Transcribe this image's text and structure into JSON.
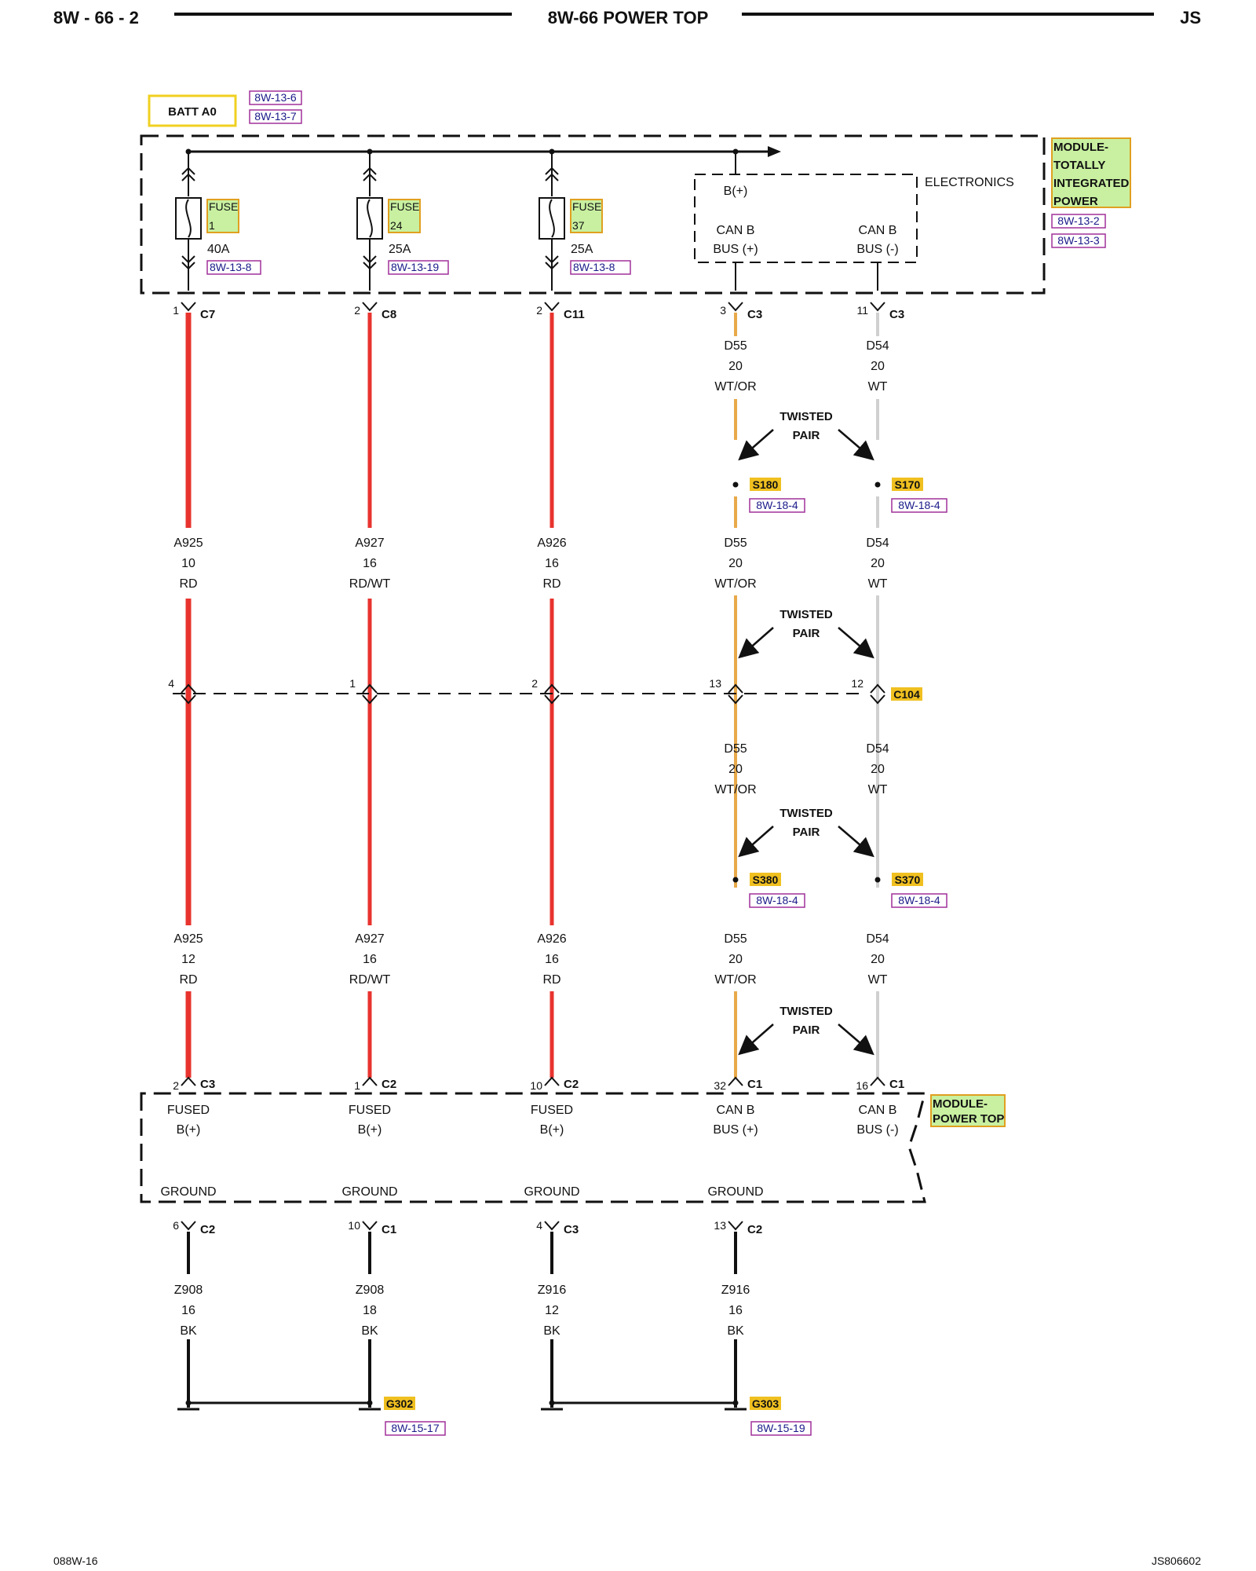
{
  "header": {
    "left": "8W - 66 - 2",
    "center": "8W-66 POWER TOP",
    "right": "JS"
  },
  "footer": {
    "left": "088W-16",
    "right": "JS806602"
  },
  "colors": {
    "red_wire": "#e8332e",
    "orange_wire": "#e8a94a",
    "white_wire": "#d0d0d0",
    "highlight": "#c8f0a0",
    "highlight_border": "#e0a020",
    "ref_border": "#a0309a"
  },
  "batt": {
    "label": "BATT A0",
    "refs": [
      "8W-13-6",
      "8W-13-7"
    ]
  },
  "tipm": {
    "label_lines": [
      "MODULE-",
      "TOTALLY",
      "INTEGRATED",
      "POWER"
    ],
    "refs": [
      "8W-13-2",
      "8W-13-3"
    ],
    "electronics": "ELECTRONICS",
    "bplus": "B(+)"
  },
  "fuses": [
    {
      "word": "FUSE",
      "num": "1",
      "amp": "40A",
      "ref": "8W-13-8"
    },
    {
      "word": "FUSE",
      "num": "24",
      "amp": "25A",
      "ref": "8W-13-19"
    },
    {
      "word": "FUSE",
      "num": "37",
      "amp": "25A",
      "ref": "8W-13-8"
    }
  ],
  "can_labels": {
    "plus": [
      "CAN B",
      "BUS (+)"
    ],
    "minus": [
      "CAN B",
      "BUS (-)"
    ]
  },
  "top_connectors": [
    {
      "pin": "1",
      "conn": "C7"
    },
    {
      "pin": "2",
      "conn": "C8"
    },
    {
      "pin": "2",
      "conn": "C11"
    },
    {
      "pin": "3",
      "conn": "C3"
    },
    {
      "pin": "11",
      "conn": "C3"
    }
  ],
  "wires_top": [
    [
      "D55",
      "20",
      "WT/OR"
    ],
    [
      "D54",
      "20",
      "WT"
    ]
  ],
  "twisted_pair": [
    "TWISTED",
    "PAIR"
  ],
  "splices_1": [
    {
      "name": "S180",
      "ref": "8W-18-4"
    },
    {
      "name": "S170",
      "ref": "8W-18-4"
    }
  ],
  "wires_mid1": [
    [
      "A925",
      "10",
      "RD"
    ],
    [
      "A927",
      "16",
      "RD/WT"
    ],
    [
      "A926",
      "16",
      "RD"
    ],
    [
      "D55",
      "20",
      "WT/OR"
    ],
    [
      "D54",
      "20",
      "WT"
    ]
  ],
  "c104": {
    "pins": [
      "4",
      "1",
      "2",
      "13",
      "12"
    ],
    "name": "C104"
  },
  "wires_mid2": [
    [
      "D55",
      "20",
      "WT/OR"
    ],
    [
      "D54",
      "20",
      "WT"
    ]
  ],
  "splices_2": [
    {
      "name": "S380",
      "ref": "8W-18-4"
    },
    {
      "name": "S370",
      "ref": "8W-18-4"
    }
  ],
  "wires_low": [
    [
      "A925",
      "12",
      "RD"
    ],
    [
      "A927",
      "16",
      "RD/WT"
    ],
    [
      "A926",
      "16",
      "RD"
    ],
    [
      "D55",
      "20",
      "WT/OR"
    ],
    [
      "D54",
      "20",
      "WT"
    ]
  ],
  "module_connectors": [
    {
      "pin": "2",
      "conn": "C3"
    },
    {
      "pin": "1",
      "conn": "C2"
    },
    {
      "pin": "10",
      "conn": "C2"
    },
    {
      "pin": "32",
      "conn": "C1"
    },
    {
      "pin": "16",
      "conn": "C1"
    }
  ],
  "power_top": {
    "label_lines": [
      "MODULE-",
      "POWER TOP"
    ],
    "inputs": [
      [
        "FUSED",
        "B(+)"
      ],
      [
        "FUSED",
        "B(+)"
      ],
      [
        "FUSED",
        "B(+)"
      ],
      [
        "CAN B",
        "BUS (+)"
      ],
      [
        "CAN B",
        "BUS (-)"
      ]
    ],
    "grounds": [
      "GROUND",
      "GROUND",
      "GROUND",
      "GROUND"
    ]
  },
  "ground_connectors": [
    {
      "pin": "6",
      "conn": "C2"
    },
    {
      "pin": "10",
      "conn": "C1"
    },
    {
      "pin": "4",
      "conn": "C3"
    },
    {
      "pin": "13",
      "conn": "C2"
    }
  ],
  "ground_wires": [
    [
      "Z908",
      "16",
      "BK"
    ],
    [
      "Z908",
      "18",
      "BK"
    ],
    [
      "Z916",
      "12",
      "BK"
    ],
    [
      "Z916",
      "16",
      "BK"
    ]
  ],
  "grounds_points": [
    {
      "name": "G302",
      "ref": "8W-15-17"
    },
    {
      "name": "G303",
      "ref": "8W-15-19"
    }
  ]
}
